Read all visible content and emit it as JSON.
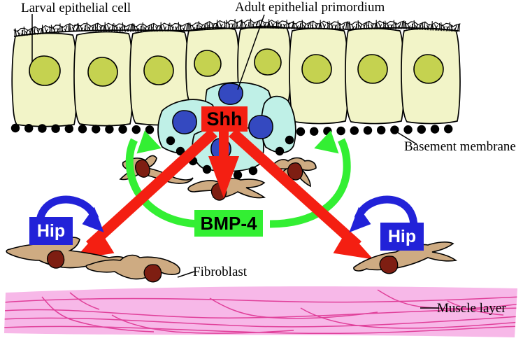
{
  "figure": {
    "title": "Shh / BMP-4 / Hip epithelial-mesenchymal signaling diagram",
    "background": "#ffffff"
  },
  "labels": {
    "larval_epithelial_cell": "Larval epithelial cell",
    "adult_epithelial_primordium": "Adult epithelial primordium",
    "basement_membrane": "Basement membrane",
    "fibroblast": "Fibroblast",
    "muscle_layer": "Muscle layer"
  },
  "nodes": {
    "shh": {
      "label": "Shh",
      "fill": "#f41f12",
      "text_color": "#000000",
      "font_size": 27
    },
    "bmp4": {
      "label": "BMP-4",
      "fill": "#33ef33",
      "text_color": "#000000",
      "font_size": 26
    },
    "hip_left": {
      "label": "Hip",
      "fill": "#2222d8",
      "text_color": "#ffffff",
      "font_size": 25
    },
    "hip_right": {
      "label": "Hip",
      "fill": "#2222d8",
      "text_color": "#ffffff",
      "font_size": 25
    }
  },
  "colors": {
    "larval_cell_fill": "#f2f4c8",
    "larval_nucleus_fill": "#c5d250",
    "primordium_fill": "#bff0e7",
    "primordium_nucleus_fill": "#3449c0",
    "fibroblast_fill": "#ceab82",
    "fibroblast_nucleus_fill": "#7e1e12",
    "muscle_fill": "#f7b8e8",
    "muscle_stripe": "#e0409a",
    "basement_dot": "#000000",
    "shh_arrow": "#f41f12",
    "bmp_arrow": "#33ef33",
    "hip_arrow": "#2222d8",
    "outline": "#000000"
  },
  "icons": {
    "cilia": "cilia-brush-border-icon",
    "basement_membrane": "dotted-membrane-icon",
    "shh_arrow_down": "red-arrow-down-icon",
    "shh_arrow_left": "red-arrow-down-left-icon",
    "shh_arrow_right": "red-arrow-down-right-icon",
    "bmp_arc_left": "green-curved-arrow-up-icon",
    "bmp_arc_right": "green-curved-arrow-up-icon",
    "hip_arc_left": "blue-curved-inhibition-arrow-icon",
    "hip_arc_right": "blue-curved-inhibition-arrow-icon"
  },
  "counts": {
    "larval_cells": 8,
    "primordium_cells": 4,
    "fibroblasts_under_membrane": 3,
    "fibroblasts_lower": 4
  }
}
